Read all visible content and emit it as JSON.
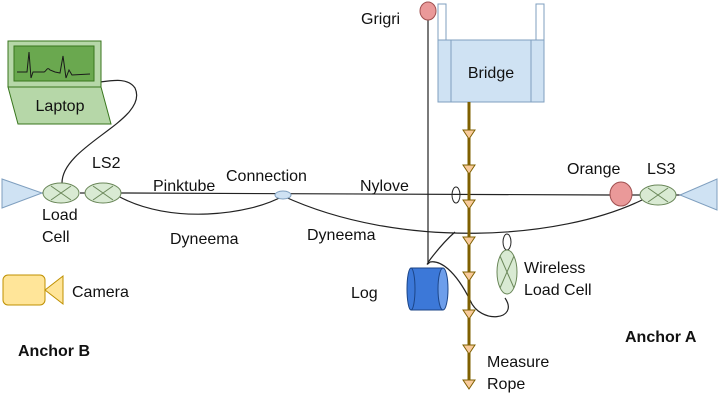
{
  "labels": {
    "grigri": "Grigri",
    "bridge": "Bridge",
    "laptop": "Laptop",
    "ls2": "LS2",
    "ls3": "LS3",
    "load_cell_line1": "Load",
    "load_cell_line2": "Cell",
    "pinktube": "Pinktube",
    "connection": "Connection",
    "nylove": "Nylove",
    "orange": "Orange",
    "dyneema_left": "Dyneema",
    "dyneema_right": "Dyneema",
    "camera": "Camera",
    "log": "Log",
    "wireless_line1": "Wireless",
    "wireless_line2": "Load Cell",
    "anchor_b": "Anchor B",
    "anchor_a": "Anchor A",
    "measure_line1": "Measure",
    "measure_line2": "Rope"
  },
  "colors": {
    "bridge_fill": "#cfe2f3",
    "bridge_stroke": "#7f9fbf",
    "node_green": "#d9ead3",
    "node_green_stroke": "#6a8759",
    "anchor_blue": "#cfe2f3",
    "laptop_green": "#b6d7a8",
    "laptop_screen": "#6aa84f",
    "pink": "#ea9999",
    "camera_yellow": "#ffe599",
    "log_blue": "#3c78d8",
    "rope_brown": "#7f6000",
    "triangle_fill": "#f9cb9c"
  },
  "icons": {
    "anchor": "triangle-anchor-icon",
    "sling": "crossed-oval-icon",
    "camera": "camera-icon",
    "log": "cylinder-icon",
    "laptop": "laptop-icon"
  }
}
